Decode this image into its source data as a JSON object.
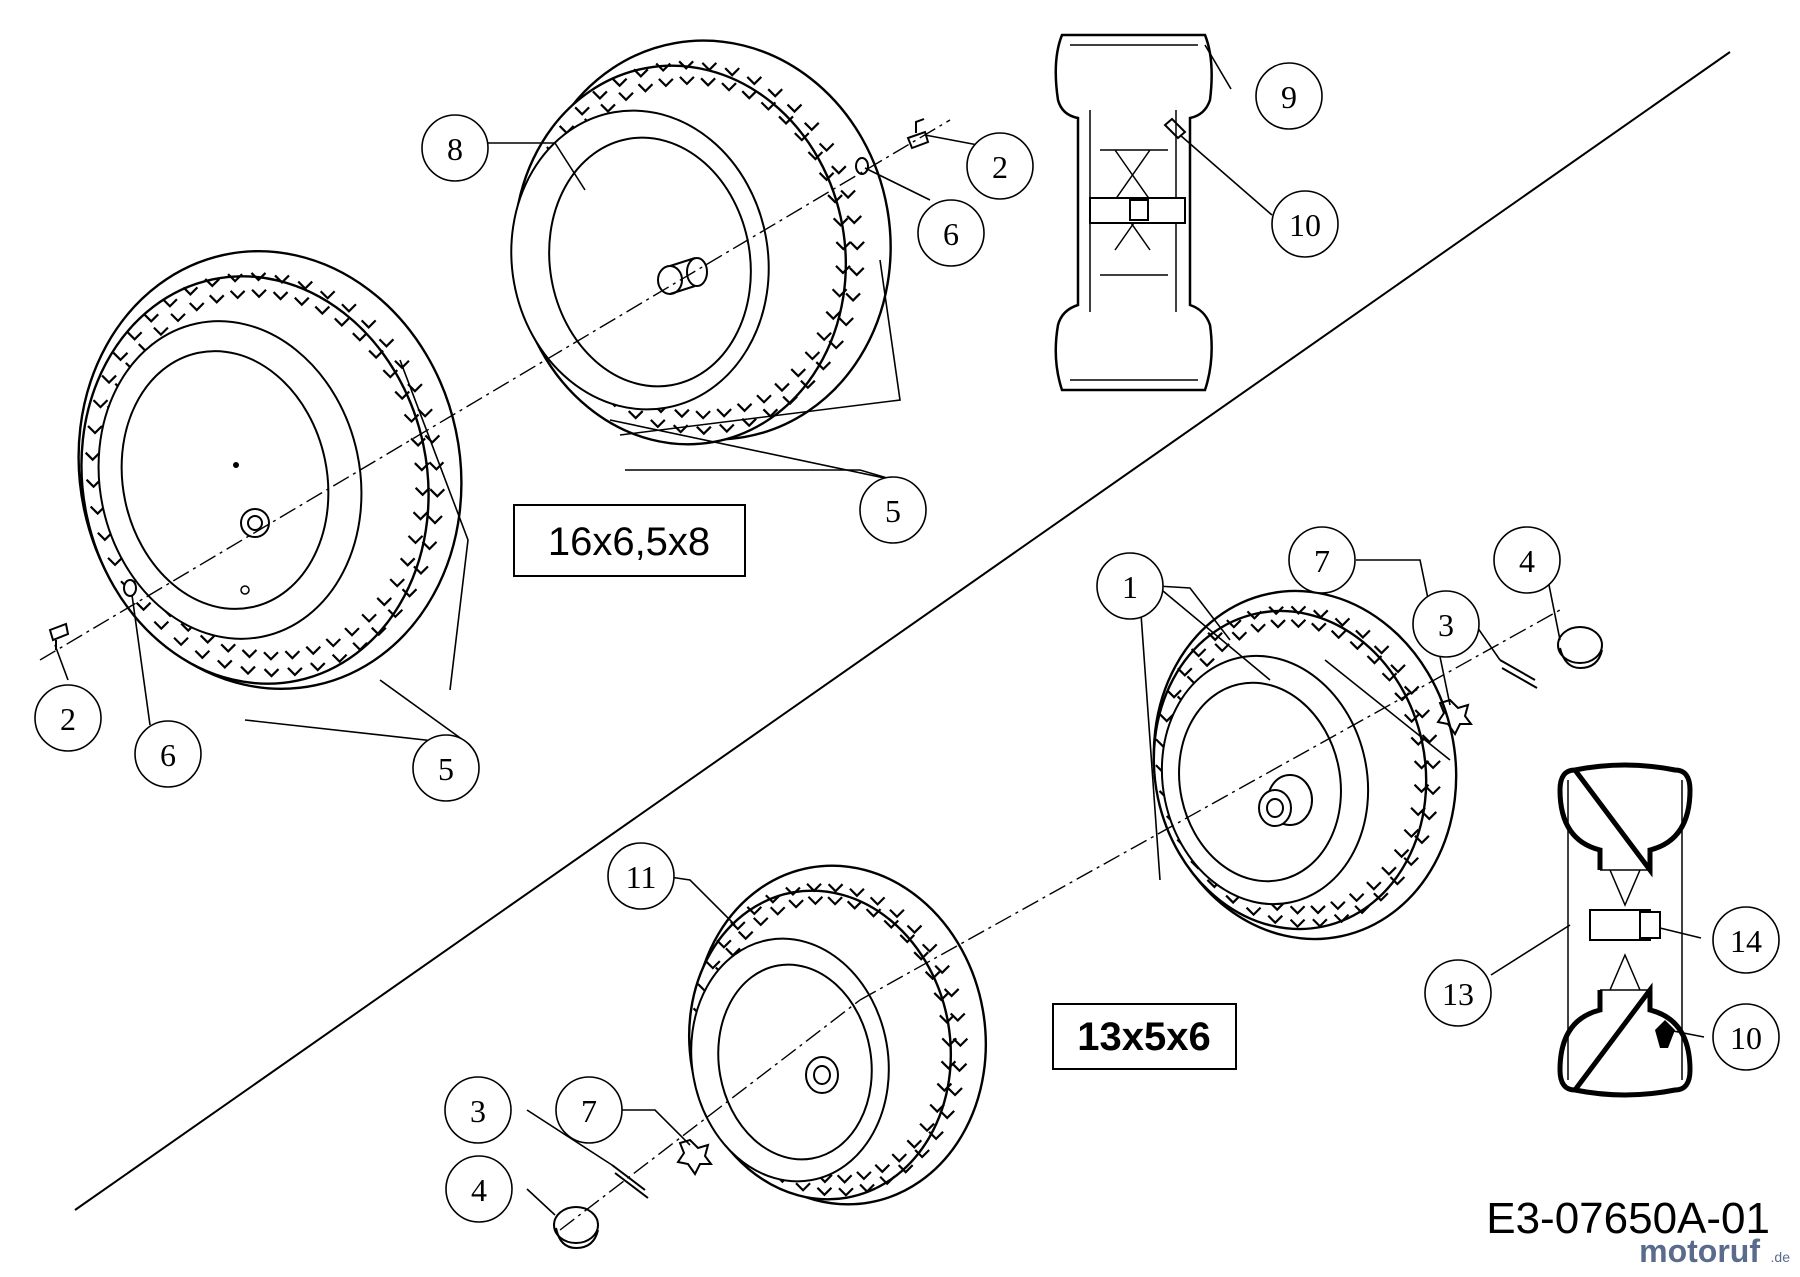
{
  "diagram": {
    "upper_group_size": "16x6,5x8",
    "lower_group_size": "13x5x6",
    "drawing_number": "E3-07650A-01",
    "watermark": {
      "main": "motoruf",
      "suffix": ".de",
      "color": "#5a6b8c"
    },
    "callouts": {
      "c2_top": "2",
      "c6_top": "6",
      "c8": "8",
      "c9": "9",
      "c10_top": "10",
      "c5_top": "5",
      "c2_left": "2",
      "c6_left": "6",
      "c5_left": "5",
      "c1": "1",
      "c7_right": "7",
      "c3_right": "3",
      "c4_right": "4",
      "c11": "11",
      "c3_left": "3",
      "c7_left": "7",
      "c4_left": "4",
      "c14": "14",
      "c13": "13",
      "c10_bottom": "10"
    }
  }
}
